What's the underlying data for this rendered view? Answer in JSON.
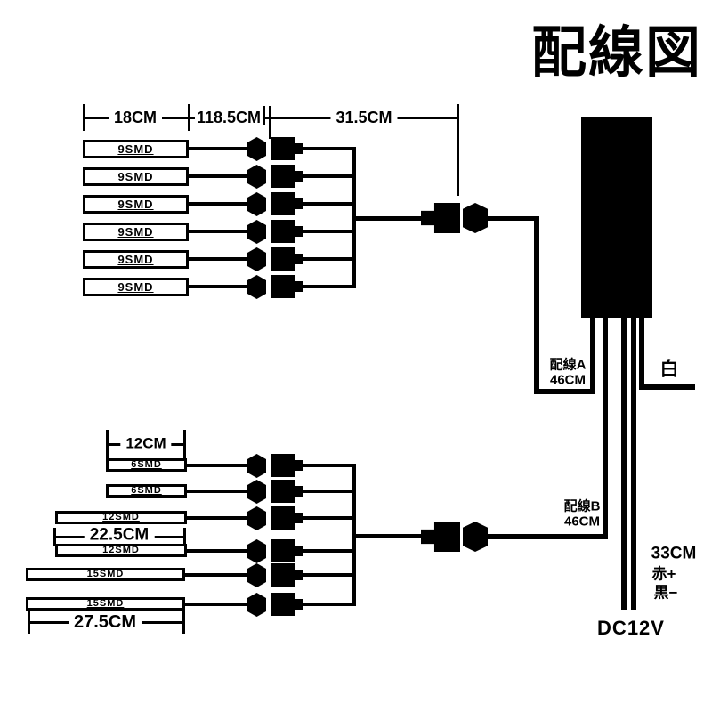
{
  "title": "配線図",
  "top_group": {
    "dim_strip": "18CM",
    "dim_lead": "118.5CM",
    "dim_cable": "31.5CM",
    "strips": [
      "9SMD",
      "9SMD",
      "9SMD",
      "9SMD",
      "9SMD",
      "9SMD"
    ]
  },
  "bottom_group": {
    "dim_small": "12CM",
    "dim_medium": "22.5CM",
    "dim_large": "27.5CM",
    "strips": [
      "6SMD",
      "6SMD",
      "12SMD",
      "12SMD",
      "15SMD",
      "15SMD"
    ]
  },
  "labels": {
    "wire_a_name": "配線A",
    "wire_a_length": "46CM",
    "wire_b_name": "配線B",
    "wire_b_length": "46CM",
    "white_wire": "白",
    "power_length": "33CM",
    "red_plus": "赤+",
    "black_minus": "黒−",
    "power_supply": "DC12V"
  },
  "colors": {
    "ink": "#000000",
    "background": "#ffffff"
  }
}
